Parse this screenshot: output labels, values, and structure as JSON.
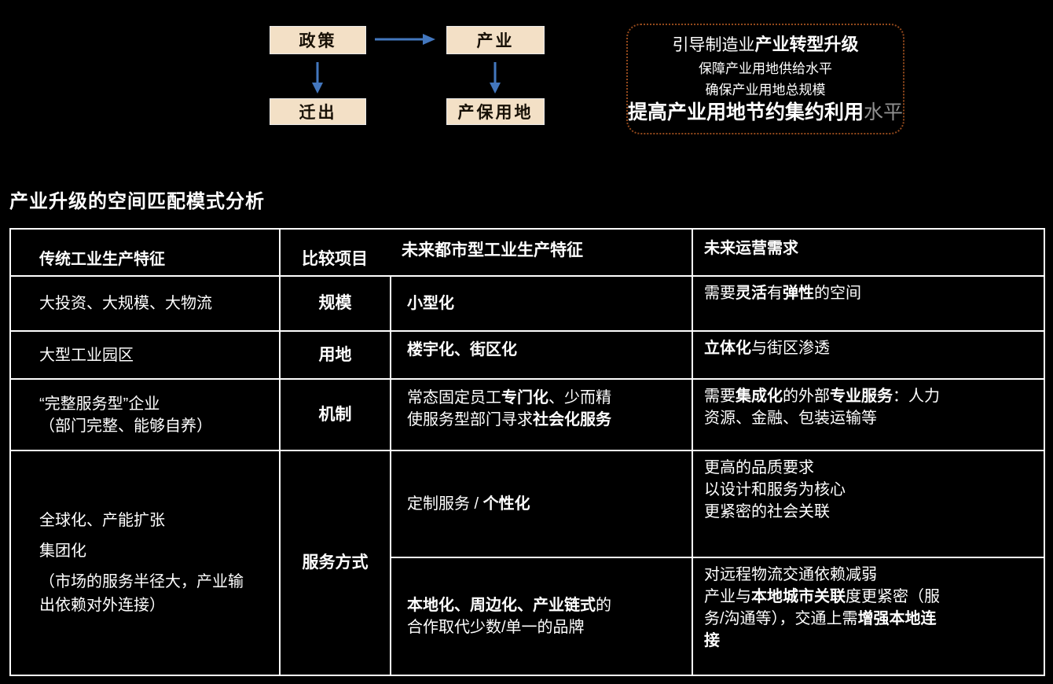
{
  "section_title": "产业升级的空间匹配模式分析",
  "colors": {
    "background": "#000000",
    "flow_box_fill": "#f3e0c6",
    "arrow_blue": "#4377be",
    "callout_border": "#93491c",
    "table_border": "#ffffff",
    "dim_text": "#8f8f8f"
  },
  "flowchart": {
    "nodes": {
      "policy": "政策",
      "industry": "产业",
      "relocate": "迁出",
      "protected_land": "产保用地"
    }
  },
  "callout": {
    "lines": [
      {
        "cls": "md",
        "seg": [
          {
            "t": "引导制造业"
          },
          {
            "t": "产业转型升级",
            "b": true
          }
        ]
      },
      {
        "cls": "sm",
        "seg": [
          {
            "t": "保障产业用地供给水平"
          }
        ]
      },
      {
        "cls": "sm",
        "seg": [
          {
            "t": "确保产业用地总规模"
          }
        ]
      },
      {
        "cls": "lg",
        "seg": [
          {
            "t": "提高产业",
            "b": true
          },
          {
            "t": "用地节约集约利用",
            "b": true
          },
          {
            "t": "水平",
            "dim": true
          }
        ]
      }
    ]
  },
  "table": {
    "header": {
      "traditional": "传统工业生产特征",
      "compare": "比较项目",
      "future": "未来都市型工业生产特征",
      "operations": "未来运营需求"
    },
    "rows": {
      "scale": {
        "traditional": [
          {
            "seg": [
              {
                "t": "大投资、大规模、大物流"
              }
            ]
          }
        ],
        "label": [
          {
            "seg": [
              {
                "t": "规模",
                "b": true
              }
            ]
          }
        ],
        "future": [
          {
            "seg": [
              {
                "t": "小型化",
                "b": true
              }
            ]
          }
        ],
        "operations": [
          {
            "seg": [
              {
                "t": "需要"
              },
              {
                "t": "灵活",
                "b": true
              },
              {
                "t": "有"
              },
              {
                "t": "弹性",
                "b": true
              },
              {
                "t": "的空间"
              }
            ]
          }
        ]
      },
      "land": {
        "traditional": [
          {
            "seg": [
              {
                "t": "大型工业园区"
              }
            ]
          }
        ],
        "label": [
          {
            "seg": [
              {
                "t": "用地",
                "b": true
              }
            ]
          }
        ],
        "future": [
          {
            "seg": [
              {
                "t": "楼宇化、街区化",
                "b": true
              }
            ]
          }
        ],
        "operations": [
          {
            "seg": [
              {
                "t": "立体化",
                "b": true
              },
              {
                "t": "与街区渗透"
              }
            ]
          }
        ]
      },
      "mechanism": {
        "traditional": [
          {
            "seg": [
              {
                "t": "“完整服务型”企业"
              }
            ]
          },
          {
            "seg": [
              {
                "t": "（部门完整、能够自养）"
              }
            ]
          }
        ],
        "label": [
          {
            "seg": [
              {
                "t": "机制",
                "b": true
              }
            ]
          }
        ],
        "future": [
          {
            "seg": [
              {
                "t": "常态固定员工"
              },
              {
                "t": "专门化",
                "b": true
              },
              {
                "t": "、少而精"
              }
            ]
          },
          {
            "seg": [
              {
                "t": "使服务型部门寻求"
              },
              {
                "t": "社会化服务",
                "b": true
              }
            ]
          }
        ],
        "operations": [
          {
            "seg": [
              {
                "t": "需要"
              },
              {
                "t": "集成化",
                "b": true
              },
              {
                "t": "的外部"
              },
              {
                "t": "专业服务",
                "b": true
              },
              {
                "t": "：人力"
              }
            ]
          },
          {
            "seg": [
              {
                "t": "资源、金融、包装运输等"
              }
            ]
          }
        ]
      },
      "service": {
        "traditional": [
          {
            "seg": [
              {
                "t": "全球化、产能扩张"
              }
            ]
          },
          {
            "seg": [
              {
                "t": "集团化"
              }
            ]
          },
          {
            "seg": [
              {
                "t": "（市场的服务半径大，产业输出依赖对外连接）"
              }
            ]
          }
        ],
        "label": [
          {
            "seg": [
              {
                "t": "服务方式",
                "b": true
              }
            ]
          }
        ],
        "custom_future": [
          {
            "seg": [
              {
                "t": "定制服务 / "
              },
              {
                "t": "个性化",
                "b": true
              }
            ]
          }
        ],
        "custom_operations": [
          {
            "seg": [
              {
                "t": "更高的品质要求"
              }
            ]
          },
          {
            "seg": [
              {
                "t": "以设计和服务为核心"
              }
            ]
          },
          {
            "seg": [
              {
                "t": "更紧密的社会关联"
              }
            ]
          }
        ],
        "local_future": [
          {
            "seg": [
              {
                "t": "本地化、周边化、产业链式",
                "b": true
              },
              {
                "t": "的"
              }
            ]
          },
          {
            "seg": [
              {
                "t": "合作取代少数/单一的品牌"
              }
            ]
          }
        ],
        "local_operations": [
          {
            "seg": [
              {
                "t": "对远程物流交通依赖减弱"
              }
            ]
          },
          {
            "seg": [
              {
                "t": "产业与"
              },
              {
                "t": "本地城市关联",
                "b": true
              },
              {
                "t": "度更紧密（服"
              }
            ]
          },
          {
            "seg": [
              {
                "t": "务/沟通等），交通上需"
              },
              {
                "t": "增强本地连",
                "b": true
              }
            ]
          },
          {
            "seg": [
              {
                "t": "接",
                "b": true
              }
            ]
          }
        ]
      }
    }
  }
}
